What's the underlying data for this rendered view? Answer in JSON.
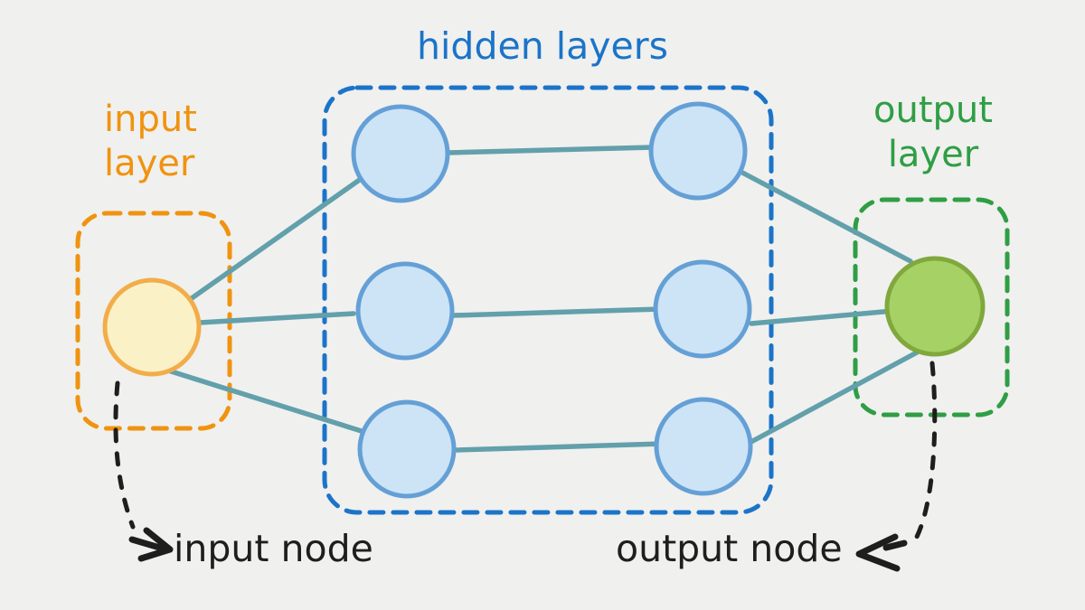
{
  "title": "neural network diagram",
  "labels": {
    "hidden_layers": "hidden layers",
    "input_layer": "input\nlayer",
    "output_layer": "output\nlayer",
    "input_node": "input node",
    "output_node": "output node"
  },
  "colors": {
    "background": "#f0f0ef",
    "blue": "#1b74c8",
    "blue_node_fill": "#cde3f6",
    "blue_node_stroke": "#64a0d6",
    "orange": "#f0930f",
    "input_node_fill": "#fbf1c7",
    "input_node_stroke": "#f2ad49",
    "green": "#2f9e44",
    "output_node_fill": "#a6d164",
    "output_node_stroke": "#80a83d",
    "edge": "#62a0ab",
    "ink": "#1e1e1e"
  },
  "structure": {
    "type": "neural-network",
    "layers": [
      {
        "name": "input layer",
        "node_count": 1
      },
      {
        "name": "hidden layers",
        "columns": 2,
        "nodes_per_column": 3
      },
      {
        "name": "output layer",
        "node_count": 1
      }
    ],
    "edges": [
      [
        "input",
        "hidden-1-top"
      ],
      [
        "input",
        "hidden-1-mid"
      ],
      [
        "input",
        "hidden-1-bottom"
      ],
      [
        "hidden-1-top",
        "hidden-2-top"
      ],
      [
        "hidden-1-mid",
        "hidden-2-mid"
      ],
      [
        "hidden-1-bottom",
        "hidden-2-bottom"
      ],
      [
        "hidden-2-top",
        "output"
      ],
      [
        "hidden-2-mid",
        "output"
      ],
      [
        "hidden-2-bottom",
        "output"
      ]
    ]
  }
}
